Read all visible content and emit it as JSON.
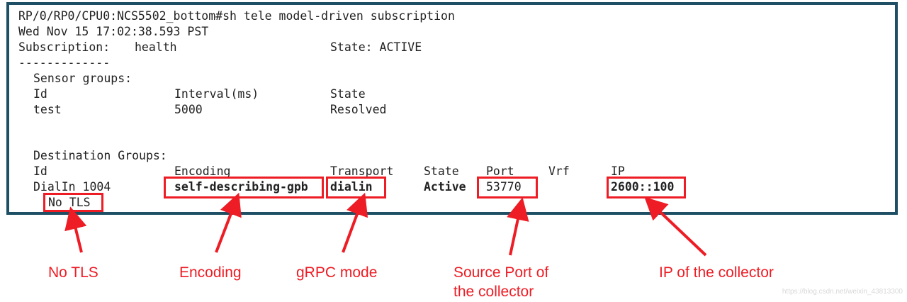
{
  "terminal": {
    "prompt_line": "RP/0/RP0/CPU0:NCS5502_bottom#sh tele model-driven subscription",
    "timestamp": "Wed Nov 15 17:02:38.593 PST",
    "subscription_label": "Subscription:",
    "subscription_name": "health",
    "subscription_state": "State: ACTIVE",
    "separator": "-------------",
    "sensor_groups": {
      "heading": "Sensor groups:",
      "headers": [
        "Id",
        "Interval(ms)",
        "State"
      ],
      "row": [
        "test",
        "5000",
        "Resolved"
      ]
    },
    "destination_groups": {
      "heading": "Destination Groups:",
      "headers": [
        "Id",
        "Encoding",
        "Transport",
        "State",
        "Port",
        "Vrf",
        "IP"
      ],
      "row": {
        "id": "DialIn_1004",
        "encoding": "self-describing-gpb",
        "transport": "dialin",
        "state": "Active",
        "port": "53770",
        "vrf": "",
        "ip": "2600::100"
      },
      "tls": "No TLS"
    }
  },
  "annotations": {
    "no_tls": "No TLS",
    "encoding": "Encoding",
    "grpc_mode": "gRPC mode",
    "source_port_line1": "Source Port of",
    "source_port_line2": "the collector",
    "ip_collector": "IP of the collector"
  },
  "watermark": "https://blog.csdn.net/weixin_43813300",
  "colors": {
    "frame": "#1e4f64",
    "annotation_red": "#ee1c24",
    "text": "#222222"
  }
}
